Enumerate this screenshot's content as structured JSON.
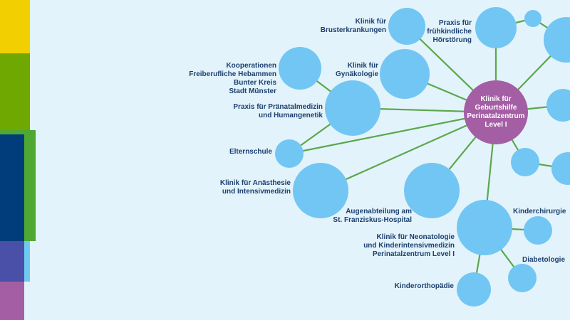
{
  "colors": {
    "background": "#e3f3fb",
    "node": "#72c6f3",
    "center_node": "#a45ea3",
    "edge": "#5aa84a",
    "text": "#1d3f6e"
  },
  "side_bars": [
    "#f2cf00",
    "#6ea800",
    "#4fa832",
    "#003d7a",
    "#4a4fa8",
    "#a45ea3",
    "#6fcaf2"
  ],
  "center": {
    "label": "Klinik für\nGeburtshilfe\nPerinatalzentrum\nLevel I"
  },
  "nodes": [
    {
      "id": "brust",
      "label": "Klinik für\nBrusterkrankungen"
    },
    {
      "id": "hoer",
      "label": "Praxis für\nfrühkindliche\nHörstörung"
    },
    {
      "id": "gyn",
      "label": "Klinik für\nGynäkologie"
    },
    {
      "id": "koop",
      "label": "Kooperationen\nFreiberufliche Hebammen\nBunter Kreis\nStadt Münster"
    },
    {
      "id": "praen",
      "label": "Praxis für Pränatalmedizin\nund Humangenetik"
    },
    {
      "id": "eltern",
      "label": "Elternschule"
    },
    {
      "id": "anaes",
      "label": "Klinik für Anästhesie\nund Intensivmedizin"
    },
    {
      "id": "auge",
      "label": "Augenabteilung am\nSt. Franziskus-Hospital"
    },
    {
      "id": "neo",
      "label": "Klinik für Neonatologie\nund Kinderintensivmedizin\nPerinatalzentrum Level I"
    },
    {
      "id": "kchir",
      "label": "Kinderchirurgie"
    },
    {
      "id": "diab",
      "label": "Diabetologie"
    },
    {
      "id": "kortho",
      "label": "Kinderorthopädie"
    }
  ]
}
